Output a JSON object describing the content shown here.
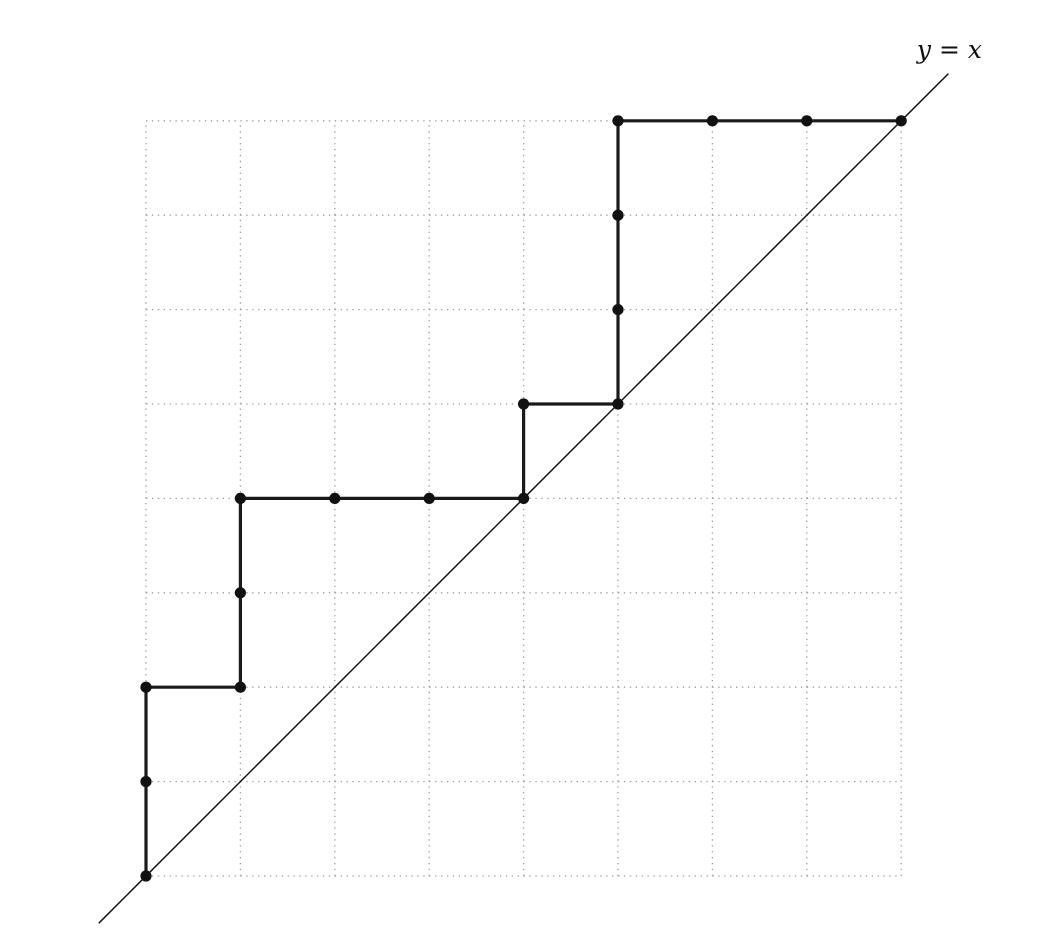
{
  "diagram": {
    "type": "lattice-path",
    "grid": {
      "columns": 8,
      "rows": 8,
      "style": "dotted"
    },
    "diagonal": {
      "label": "y = x"
    },
    "path": {
      "vertices": [
        [
          0,
          0
        ],
        [
          0,
          1
        ],
        [
          0,
          2
        ],
        [
          1,
          2
        ],
        [
          1,
          3
        ],
        [
          1,
          4
        ],
        [
          2,
          4
        ],
        [
          3,
          4
        ],
        [
          4,
          4
        ],
        [
          4,
          5
        ],
        [
          5,
          5
        ],
        [
          5,
          6
        ],
        [
          5,
          7
        ],
        [
          5,
          8
        ],
        [
          6,
          8
        ],
        [
          7,
          8
        ],
        [
          8,
          8
        ]
      ]
    }
  }
}
